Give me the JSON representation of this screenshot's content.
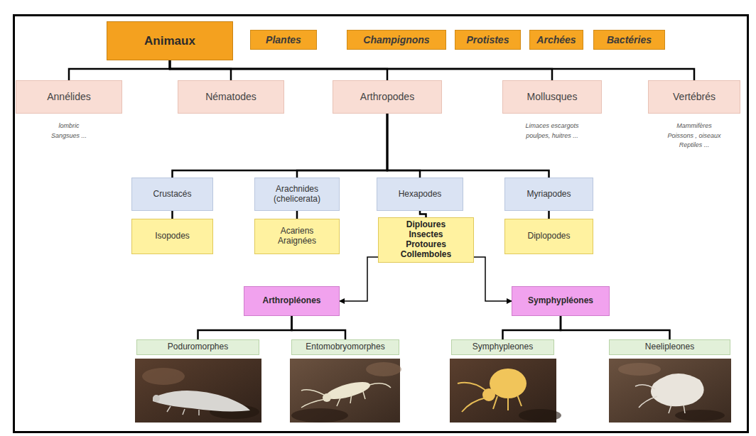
{
  "diagram": {
    "nodes": [
      {
        "text": [
          "Animaux"
        ]
      },
      {
        "text": [
          "Plantes"
        ]
      },
      {
        "text": [
          "Champignons"
        ]
      },
      {
        "text": [
          "Protistes"
        ]
      },
      {
        "text": [
          "Archées"
        ]
      },
      {
        "text": [
          "Bactéries"
        ]
      },
      {
        "text": [
          "Annélides",
          "lombric Sangsues ..."
        ]
      },
      {
        "text": [
          "Nématodes"
        ]
      },
      {
        "text": [
          "Arthropodes"
        ]
      },
      {
        "text": [
          "Mollusques",
          "Limaces escargots poulpes, huitres ..."
        ]
      },
      {
        "text": [
          "Vertébrés",
          "Mammifères Poissons , oiseaux Reptiles ..."
        ]
      },
      {
        "text": [
          "Crustacés"
        ]
      },
      {
        "text": [
          "Arachnides (chelicerata)"
        ]
      },
      {
        "text": [
          "Hexapodes"
        ]
      },
      {
        "text": [
          "Myriapodes"
        ]
      },
      {
        "text": [
          "Isopodes"
        ]
      },
      {
        "text": [
          "Acariens Araignées"
        ]
      },
      {
        "text": [
          "Diploures Insectes Protoures Collemboles"
        ]
      },
      {
        "text": [
          "Diplopodes"
        ]
      },
      {
        "text": [
          "Arthropléones"
        ]
      },
      {
        "text": [
          "Symphypléones"
        ]
      },
      {
        "text": [
          "Poduromorphes"
        ]
      },
      {
        "text": [
          "Entomobryomorphes"
        ]
      },
      {
        "text": [
          "Symphypleones"
        ]
      },
      {
        "text": [
          "Neelipleones"
        ]
      }
    ],
    "edges": [
      {
        "from": 0,
        "to": 6,
        "arrow": "none"
      },
      {
        "from": 0,
        "to": 7,
        "arrow": "none"
      },
      {
        "from": 0,
        "to": 8,
        "arrow": "none"
      },
      {
        "from": 0,
        "to": 9,
        "arrow": "none"
      },
      {
        "from": 0,
        "to": 10,
        "arrow": "none"
      },
      {
        "from": 8,
        "to": 11,
        "arrow": "none"
      },
      {
        "from": 8,
        "to": 12,
        "arrow": "none"
      },
      {
        "from": 8,
        "to": 13,
        "arrow": "none"
      },
      {
        "from": 8,
        "to": 14,
        "arrow": "none"
      },
      {
        "from": 11,
        "to": 15,
        "arrow": "none"
      },
      {
        "from": 12,
        "to": 16,
        "arrow": "none"
      },
      {
        "from": 13,
        "to": 17,
        "arrow": "none"
      },
      {
        "from": 14,
        "to": 18,
        "arrow": "none"
      },
      {
        "from": 17,
        "to": 19,
        "arrow": "to"
      },
      {
        "from": 17,
        "to": 20,
        "arrow": "to"
      },
      {
        "from": 19,
        "to": 21,
        "arrow": "none"
      },
      {
        "from": 19,
        "to": 22,
        "arrow": "none"
      },
      {
        "from": 20,
        "to": 23,
        "arrow": "none"
      },
      {
        "from": 20,
        "to": 24,
        "arrow": "none"
      }
    ]
  }
}
